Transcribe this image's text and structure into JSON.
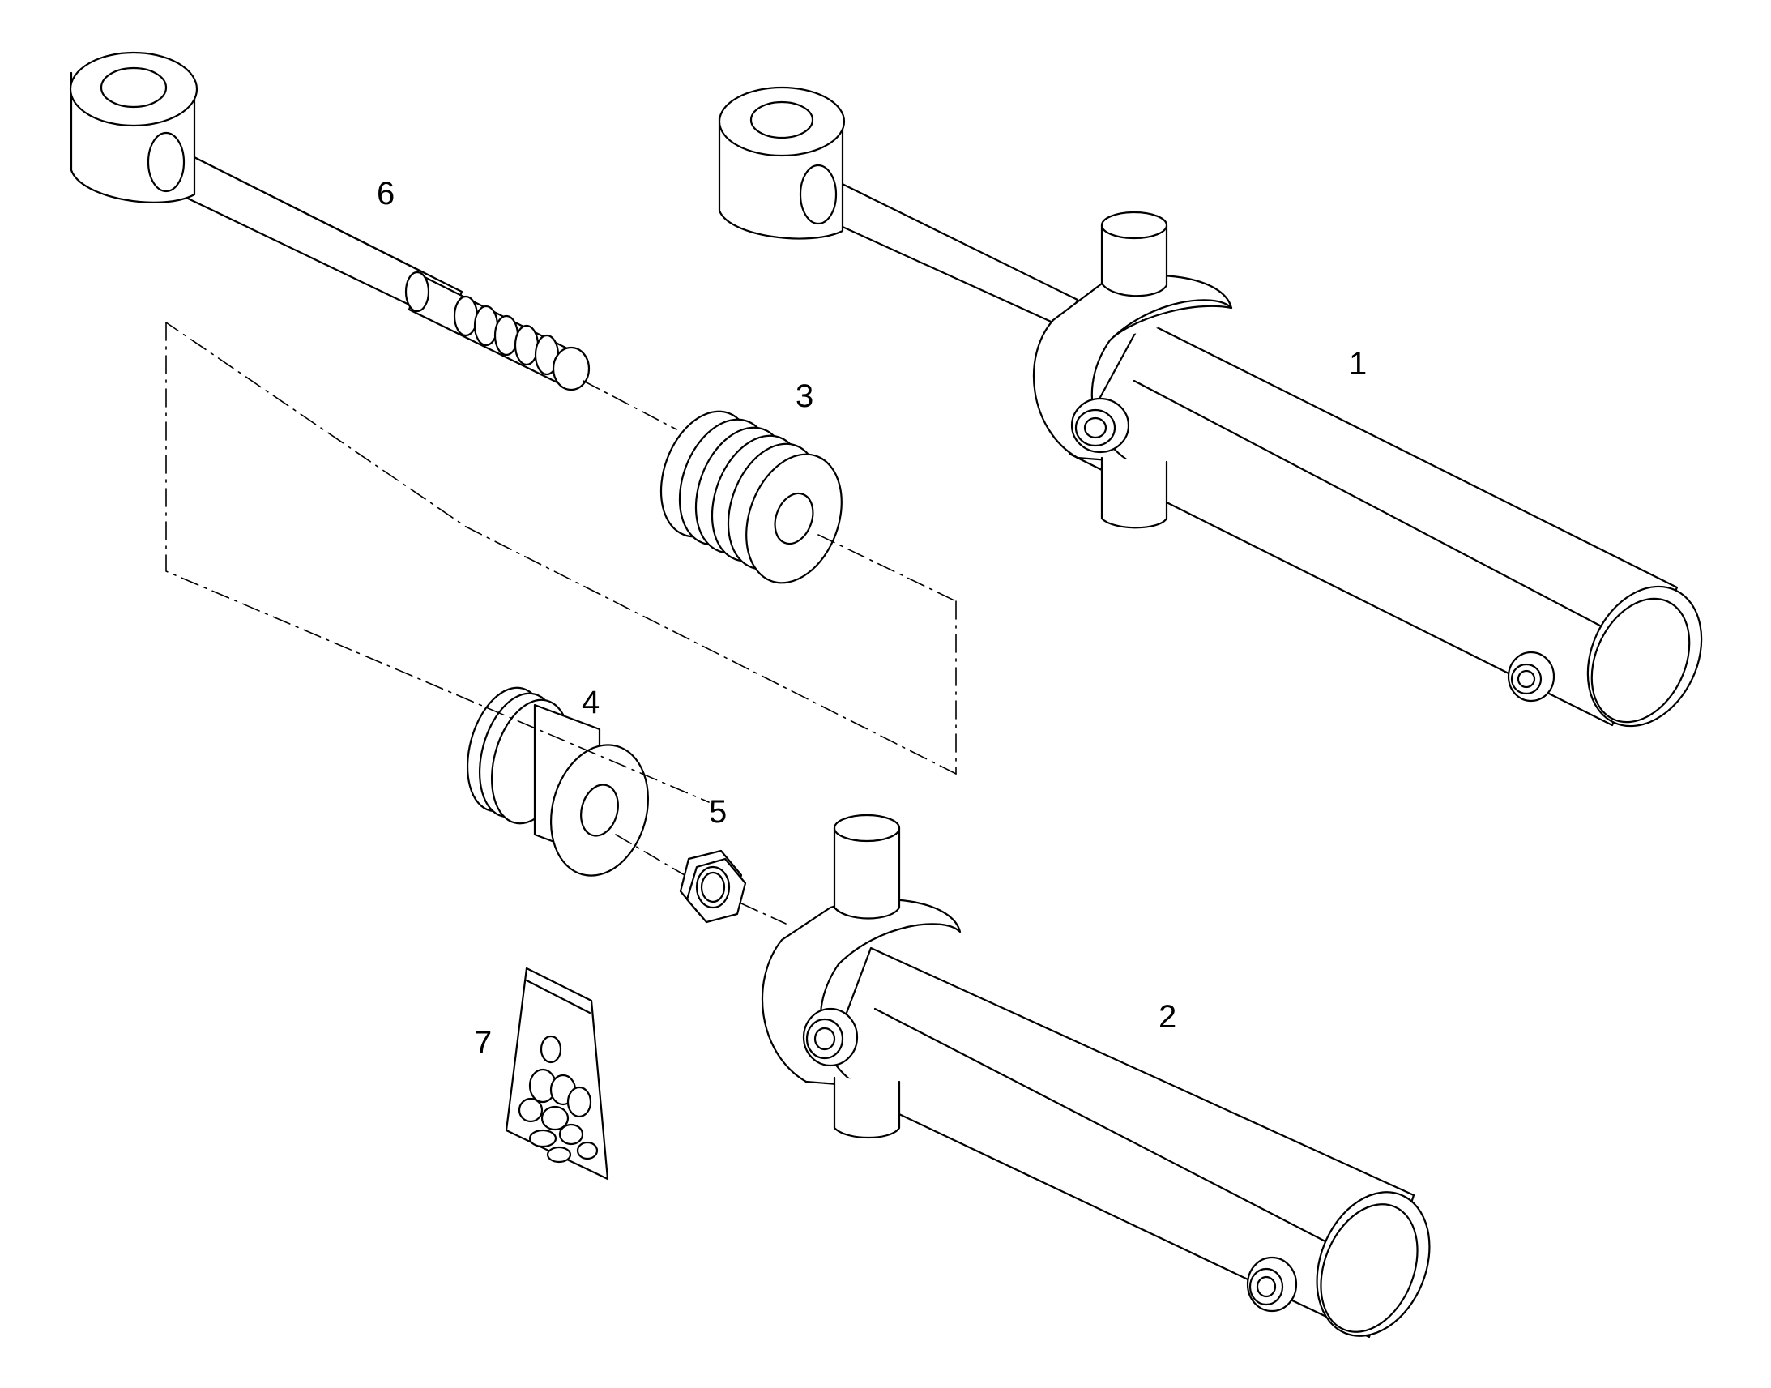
{
  "diagram": {
    "type": "exploded-parts-view",
    "callouts": [
      {
        "id": "1",
        "label": "1"
      },
      {
        "id": "2",
        "label": "2"
      },
      {
        "id": "3",
        "label": "3"
      },
      {
        "id": "4",
        "label": "4"
      },
      {
        "id": "5",
        "label": "5"
      },
      {
        "id": "6",
        "label": "6"
      },
      {
        "id": "7",
        "label": "7"
      }
    ]
  },
  "colors": {
    "line": "#000000",
    "background": "#ffffff"
  }
}
